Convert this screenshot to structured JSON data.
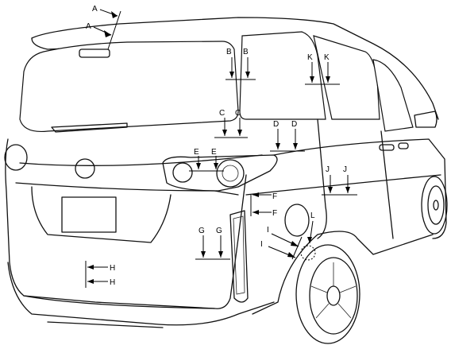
{
  "diagram": {
    "labels": [
      {
        "id": "a1",
        "text": "A"
      },
      {
        "id": "a2",
        "text": "A"
      },
      {
        "id": "b1",
        "text": "B"
      },
      {
        "id": "b2",
        "text": "B"
      },
      {
        "id": "c1",
        "text": "C"
      },
      {
        "id": "c2",
        "text": "C"
      },
      {
        "id": "d1",
        "text": "D"
      },
      {
        "id": "d2",
        "text": "D"
      },
      {
        "id": "e1",
        "text": "E"
      },
      {
        "id": "e2",
        "text": "E"
      },
      {
        "id": "f1",
        "text": "F"
      },
      {
        "id": "f2",
        "text": "F"
      },
      {
        "id": "g1",
        "text": "G"
      },
      {
        "id": "g2",
        "text": "G"
      },
      {
        "id": "h1",
        "text": "H"
      },
      {
        "id": "h2",
        "text": "H"
      },
      {
        "id": "i1",
        "text": "I"
      },
      {
        "id": "i2",
        "text": "I"
      },
      {
        "id": "j1",
        "text": "J"
      },
      {
        "id": "j2",
        "text": "J"
      },
      {
        "id": "k1",
        "text": "K"
      },
      {
        "id": "k2",
        "text": "K"
      },
      {
        "id": "l1",
        "text": "L"
      }
    ]
  }
}
